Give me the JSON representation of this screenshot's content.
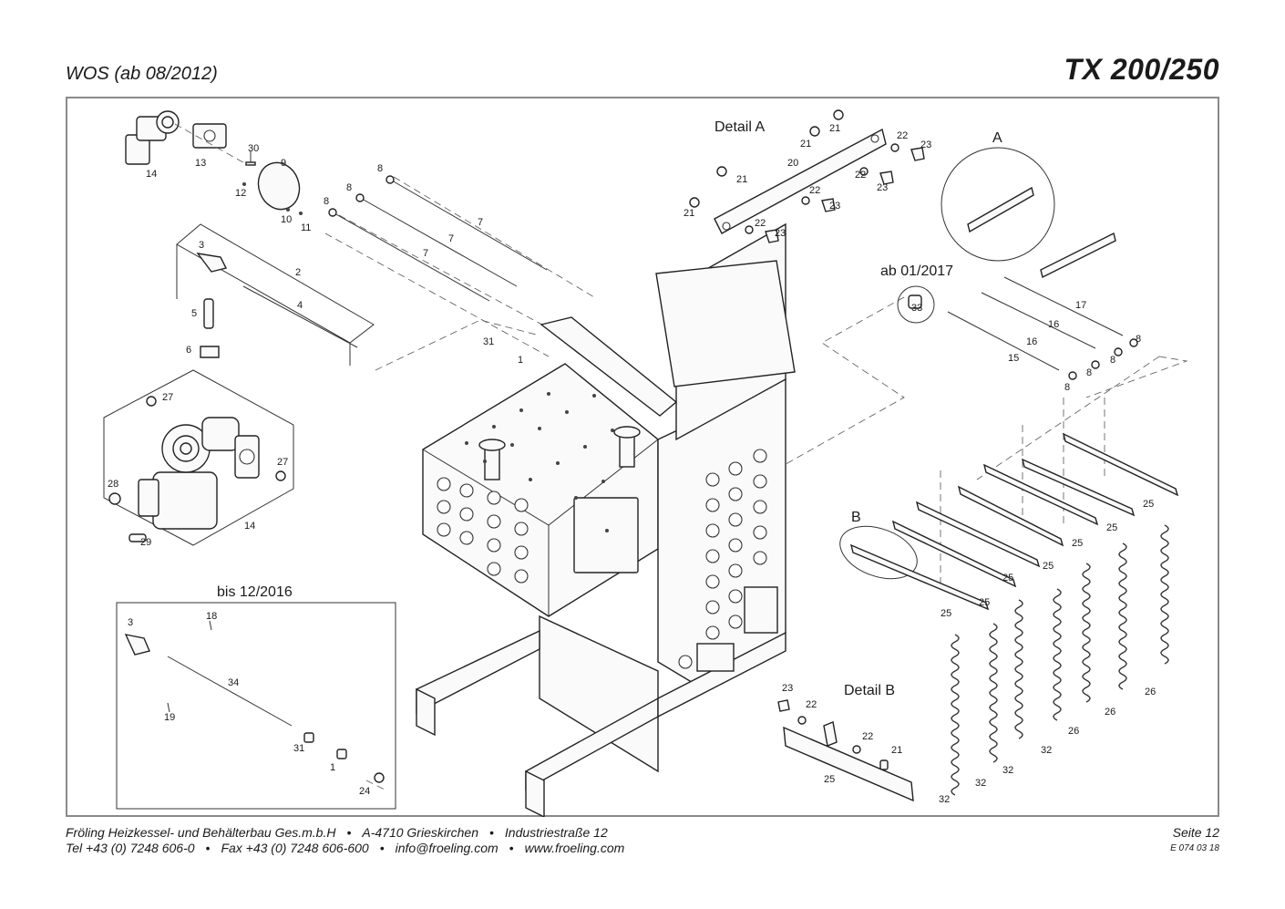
{
  "header": {
    "subtitle": "WOS (ab 08/2012)",
    "model": "TX 200/250"
  },
  "sections": {
    "detail_a": "Detail A",
    "detail_b": "Detail B",
    "callout_a": "A",
    "callout_b": "B",
    "ab_2017": "ab 01/2017",
    "bis_2016": "bis 12/2016"
  },
  "parts": {
    "p1": "1",
    "p2": "2",
    "p3": "3",
    "p4": "4",
    "p5": "5",
    "p6": "6",
    "p7": "7",
    "p8": "8",
    "p9": "9",
    "p10": "10",
    "p11": "11",
    "p12": "12",
    "p13": "13",
    "p14": "14",
    "p15": "15",
    "p16": "16",
    "p17": "17",
    "p18": "18",
    "p19": "19",
    "p20": "20",
    "p21": "21",
    "p22": "22",
    "p23": "23",
    "p24": "24",
    "p25": "25",
    "p26": "26",
    "p27": "27",
    "p28": "28",
    "p29": "29",
    "p30": "30",
    "p31": "31",
    "p32": "32",
    "p33": "33",
    "p34": "34"
  },
  "footer": {
    "company": "Fröling Heizkessel- und Behälterbau Ges.m.b.H",
    "address": "A-4710 Grieskirchen",
    "street": "Industriestraße 12",
    "tel": "Tel +43 (0) 7248 606-0",
    "fax": "Fax +43 (0) 7248 606-600",
    "email": "info@froeling.com",
    "web": "www.froeling.com",
    "bullet": "•",
    "page": "Seite 12",
    "doc_code": "E 074 03 18"
  }
}
